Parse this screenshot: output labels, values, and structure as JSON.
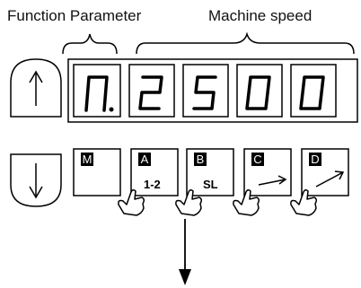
{
  "labels": {
    "function_parameter": "Function Parameter",
    "machine_speed": "Machine speed"
  },
  "display": {
    "function_digit": "n.",
    "speed_digits": [
      "2",
      "5",
      "0",
      "0"
    ]
  },
  "arrow_buttons": [
    {
      "name": "up",
      "icon": "arrow-up-icon"
    },
    {
      "name": "down",
      "icon": "arrow-down-icon"
    }
  ],
  "keys": [
    {
      "letter": "M",
      "text": ""
    },
    {
      "letter": "A",
      "text": "1-2"
    },
    {
      "letter": "B",
      "text": "SL"
    },
    {
      "letter": "C",
      "text": ""
    },
    {
      "letter": "D",
      "text": ""
    }
  ],
  "icons": {
    "press": "hand-press-icon",
    "key_c": "arrow-right-icon",
    "key_d": "arrow-up-right-icon",
    "output": "arrow-down-icon"
  }
}
